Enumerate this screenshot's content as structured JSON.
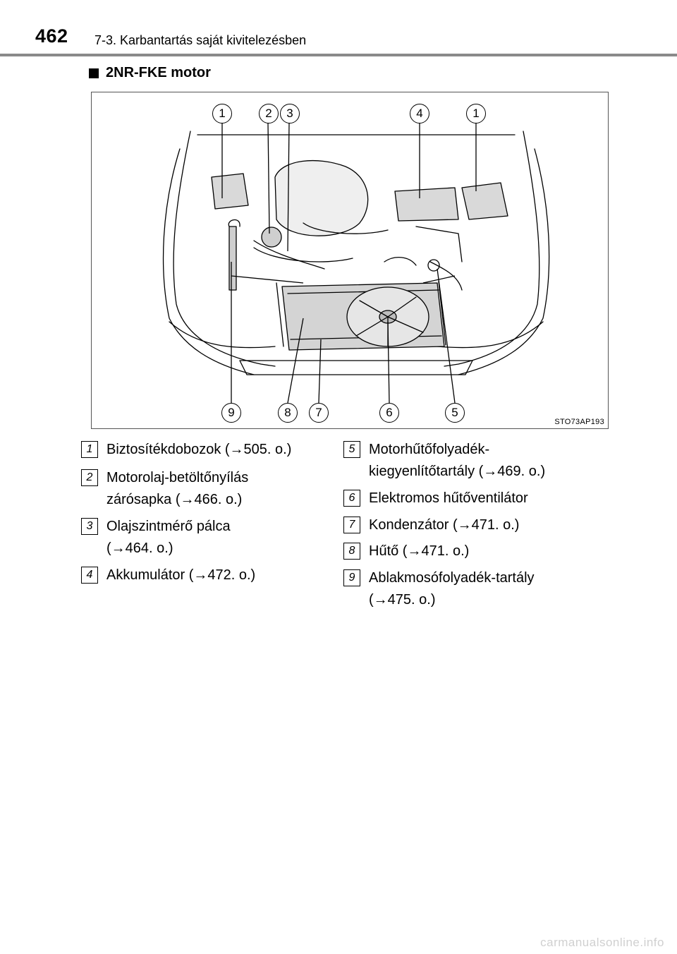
{
  "header": {
    "page_number": "462",
    "chapter_title": "7-3. Karbantartás saját kivitelezésben"
  },
  "section": {
    "title": "2NR-FKE motor"
  },
  "figure": {
    "code": "STO73AP193",
    "callouts_top": [
      "1",
      "2",
      "3",
      "4",
      "1"
    ],
    "callouts_bottom": [
      "9",
      "8",
      "7",
      "6",
      "5"
    ]
  },
  "legend": {
    "left": [
      {
        "num": "1",
        "line1": "Biztosítékdobozok (→505. o.)",
        "line2": ""
      },
      {
        "num": "2",
        "line1": "Motorolaj-betöltőnyílás",
        "line2": "zárósapka (→466. o.)"
      },
      {
        "num": "3",
        "line1": "Olajszintmérő pálca",
        "line2": "(→464. o.)"
      },
      {
        "num": "4",
        "line1": "Akkumulátor (→472. o.)",
        "line2": ""
      }
    ],
    "right": [
      {
        "num": "5",
        "line1": "Motorhűtőfolyadék-",
        "line2": "kiegyenlítőtartály (→469. o.)"
      },
      {
        "num": "6",
        "line1": "Elektromos hűtőventilátor",
        "line2": ""
      },
      {
        "num": "7",
        "line1": "Kondenzátor (→471. o.)",
        "line2": ""
      },
      {
        "num": "8",
        "line1": "Hűtő (→471. o.)",
        "line2": ""
      },
      {
        "num": "9",
        "line1": "Ablakmosófolyadék-tartály",
        "line2": "(→475. o.)"
      }
    ]
  },
  "footer": {
    "watermark": "carmanualsonline.info"
  }
}
